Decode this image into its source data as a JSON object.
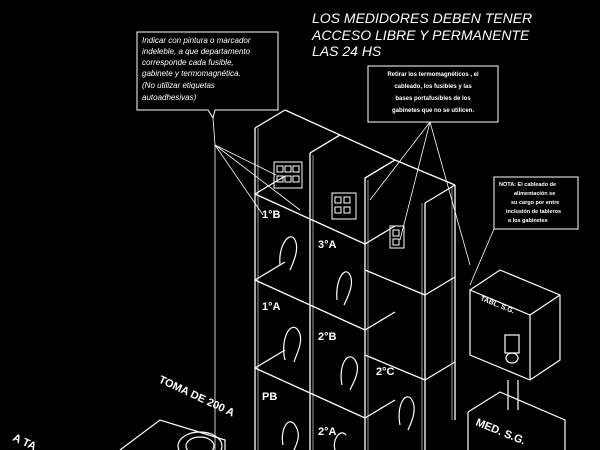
{
  "heading": {
    "line1": "LOS MEDIDORES DEBEN TENER",
    "line2": "ACCESO LIBRE Y PERMANENTE",
    "line3": "LAS 24 HS"
  },
  "note_labels": {
    "lines": [
      "Indicar con pintura o marcador",
      "indeleble, a que departamento",
      "corresponde cada fusible,",
      "gabinete y termomagnética.",
      "(No utilizar etiquetas",
      "autoadhesivas)"
    ]
  },
  "note_remove": {
    "lines": [
      "Retirar los termomagnéticos , el",
      "cableado, los fusibles y las",
      "bases portafusibles de los",
      "gabinetes que no se utilicen."
    ]
  },
  "note_right": {
    "lines": [
      "NOTA: El cableado de",
      "alimentación se",
      "su cargo por entre",
      "inclusión de tableros",
      "a los gabinetes"
    ]
  },
  "units": {
    "u1b": "1°B",
    "u3a": "3°A",
    "u1a": "1°A",
    "u2b": "2°B",
    "u2c": "2°C",
    "pb": "PB",
    "u2a": "2°A"
  },
  "labels": {
    "toma": "TOMA DE 200 A",
    "a_ta": "A TA",
    "tabl": "TABL. S.G.",
    "med": "MED. S.G."
  },
  "colors": {
    "line": "#ffffff",
    "annotation": "#ffffff",
    "background": "#000000"
  }
}
